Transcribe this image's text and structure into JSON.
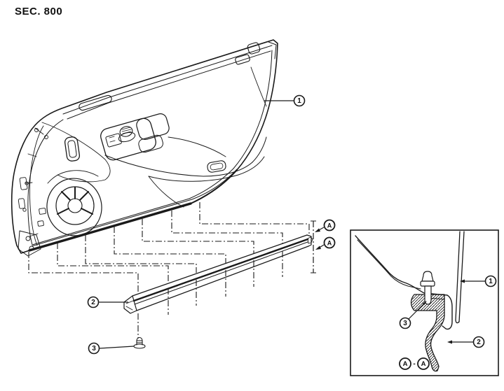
{
  "header": {
    "section_label": "SEC. 800"
  },
  "callouts": {
    "part1": "1",
    "part2": "2",
    "part3": "3",
    "sectionA": "A"
  },
  "inset": {
    "part1": "1",
    "part2": "2",
    "part3": "3",
    "section_label_left": "A",
    "section_label_separator": "-",
    "section_label_right": "A"
  },
  "colors": {
    "line": "#1a1a1a",
    "background": "#ffffff"
  }
}
